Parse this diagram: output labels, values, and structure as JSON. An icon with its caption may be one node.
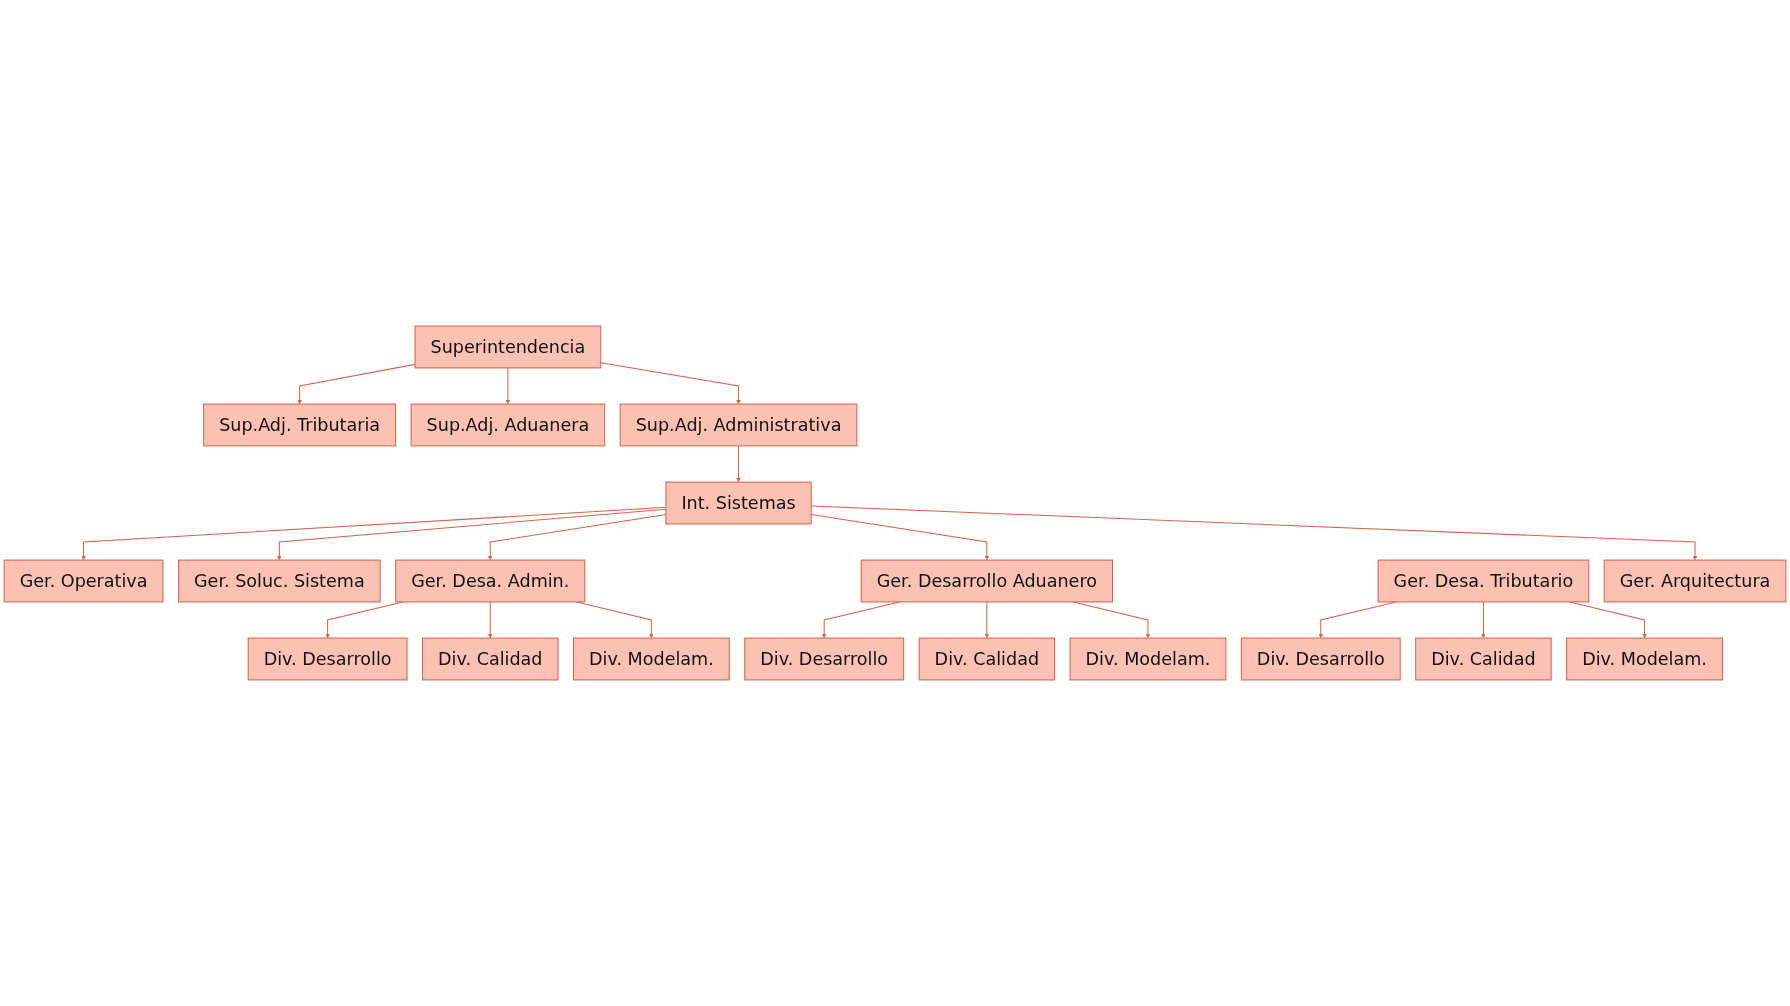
{
  "diagram": {
    "nodes": [
      {
        "text": [
          "Superintendencia"
        ]
      },
      {
        "text": [
          "Sup.Adj. Tributaria"
        ]
      },
      {
        "text": [
          "Sup.Adj. Aduanera"
        ]
      },
      {
        "text": [
          "Sup.Adj. Administrativa"
        ]
      },
      {
        "text": [
          "Int. Sistemas"
        ]
      },
      {
        "text": [
          "Ger. Operativa"
        ]
      },
      {
        "text": [
          "Ger. Soluc. Sistema"
        ]
      },
      {
        "text": [
          "Ger. Desa. Tributario"
        ]
      },
      {
        "text": [
          "Ger. Desa. Admin."
        ]
      },
      {
        "text": [
          "Ger. Desarrollo Aduanero"
        ]
      },
      {
        "text": [
          "Ger. Arquitectura"
        ]
      },
      {
        "text": [
          "Div. Desarrollo"
        ]
      },
      {
        "text": [
          "Div. Calidad"
        ]
      },
      {
        "text": [
          "Div. Modelam."
        ]
      },
      {
        "text": [
          "Div. Desarrollo"
        ]
      },
      {
        "text": [
          "Div. Calidad"
        ]
      },
      {
        "text": [
          "Div. Modelam."
        ]
      },
      {
        "text": [
          "Div. Desarrollo"
        ]
      },
      {
        "text": [
          "Div. Calidad"
        ]
      },
      {
        "text": [
          "Div. Modelam."
        ]
      }
    ],
    "edges": [
      {
        "from": 0,
        "to": 1,
        "arrow": "to"
      },
      {
        "from": 0,
        "to": 2,
        "arrow": "to"
      },
      {
        "from": 0,
        "to": 3,
        "arrow": "to"
      },
      {
        "from": 3,
        "to": 4,
        "arrow": "to"
      },
      {
        "from": 4,
        "to": 5,
        "arrow": "to"
      },
      {
        "from": 4,
        "to": 6,
        "arrow": "to"
      },
      {
        "from": 4,
        "to": 8,
        "arrow": "to"
      },
      {
        "from": 4,
        "to": 9,
        "arrow": "to"
      },
      {
        "from": 4,
        "to": 10,
        "arrow": "to"
      },
      {
        "from": 7,
        "to": 11,
        "arrow": "to"
      },
      {
        "from": 7,
        "to": 12,
        "arrow": "to"
      },
      {
        "from": 7,
        "to": 13,
        "arrow": "to"
      },
      {
        "from": 8,
        "to": 14,
        "arrow": "to"
      },
      {
        "from": 8,
        "to": 15,
        "arrow": "to"
      },
      {
        "from": 8,
        "to": 16,
        "arrow": "to"
      },
      {
        "from": 9,
        "to": 17,
        "arrow": "to"
      },
      {
        "from": 9,
        "to": 18,
        "arrow": "to"
      },
      {
        "from": 9,
        "to": 19,
        "arrow": "to"
      }
    ]
  }
}
